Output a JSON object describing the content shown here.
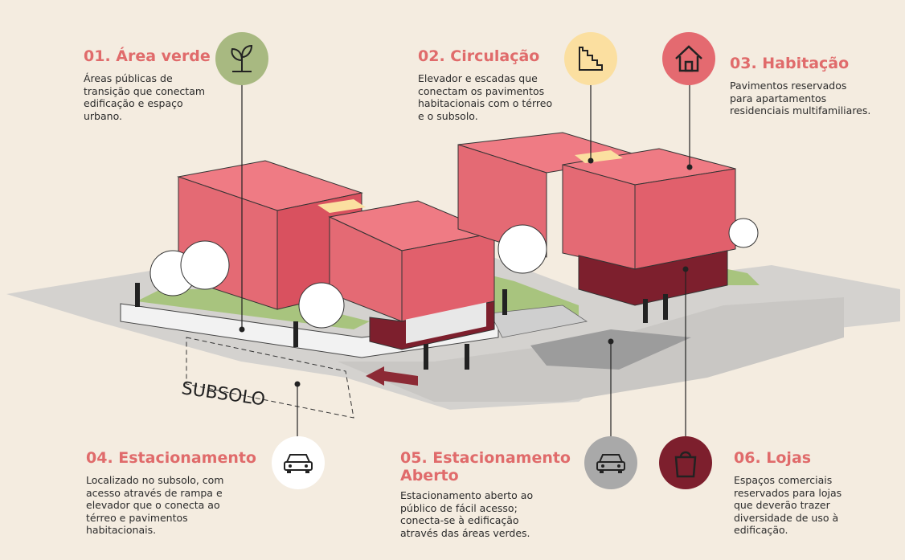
{
  "colors": {
    "background": "#f4ece0",
    "building": "#e46a74",
    "building_dark": "#b33b4a",
    "ground_floor": "#7d1f2d",
    "green": "#a8c47e",
    "pavement": "#cfcfcf",
    "title": "#e06b6b",
    "badge_green": "#a8b981",
    "badge_yellow": "#fbdfa0",
    "badge_red": "#e46a70",
    "badge_white": "#ffffff",
    "badge_gray": "#a9a9a9",
    "badge_maroon": "#7d1f2d"
  },
  "basement_label": "SUBSOLO",
  "items": [
    {
      "title": "01. Área verde",
      "desc": [
        "Áreas públicas de",
        "transição que conectam",
        "edificação e espaço",
        "urbano."
      ],
      "icon": "sprout-icon"
    },
    {
      "title": "02. Circulação",
      "desc": [
        "Elevador e escadas que",
        "conectam os pavimentos",
        "habitacionais com o térreo",
        "e o subsolo."
      ],
      "icon": "stairs-icon"
    },
    {
      "title": "03. Habitação",
      "desc": [
        "Pavimentos reservados",
        "para apartamentos",
        "residenciais multifamiliares."
      ],
      "icon": "house-icon"
    },
    {
      "title": "04. Estacionamento",
      "desc": [
        "Localizado no subsolo, com",
        "acesso através de rampa e",
        "elevador que o conecta ao",
        "térreo e pavimentos",
        "habitacionais."
      ],
      "icon": "car-icon"
    },
    {
      "title_lines": [
        "05. Estacionamento",
        "Aberto"
      ],
      "desc": [
        "Estacionamento aberto ao",
        "público de fácil acesso;",
        "conecta-se à edificação",
        "através das áreas verdes."
      ],
      "icon": "car-icon"
    },
    {
      "title": "06. Lojas",
      "desc": [
        "Espaços comerciais",
        "reservados para lojas",
        "que deverão trazer",
        "diversidade de uso à",
        "edificação."
      ],
      "icon": "shopping-bag-icon"
    }
  ]
}
